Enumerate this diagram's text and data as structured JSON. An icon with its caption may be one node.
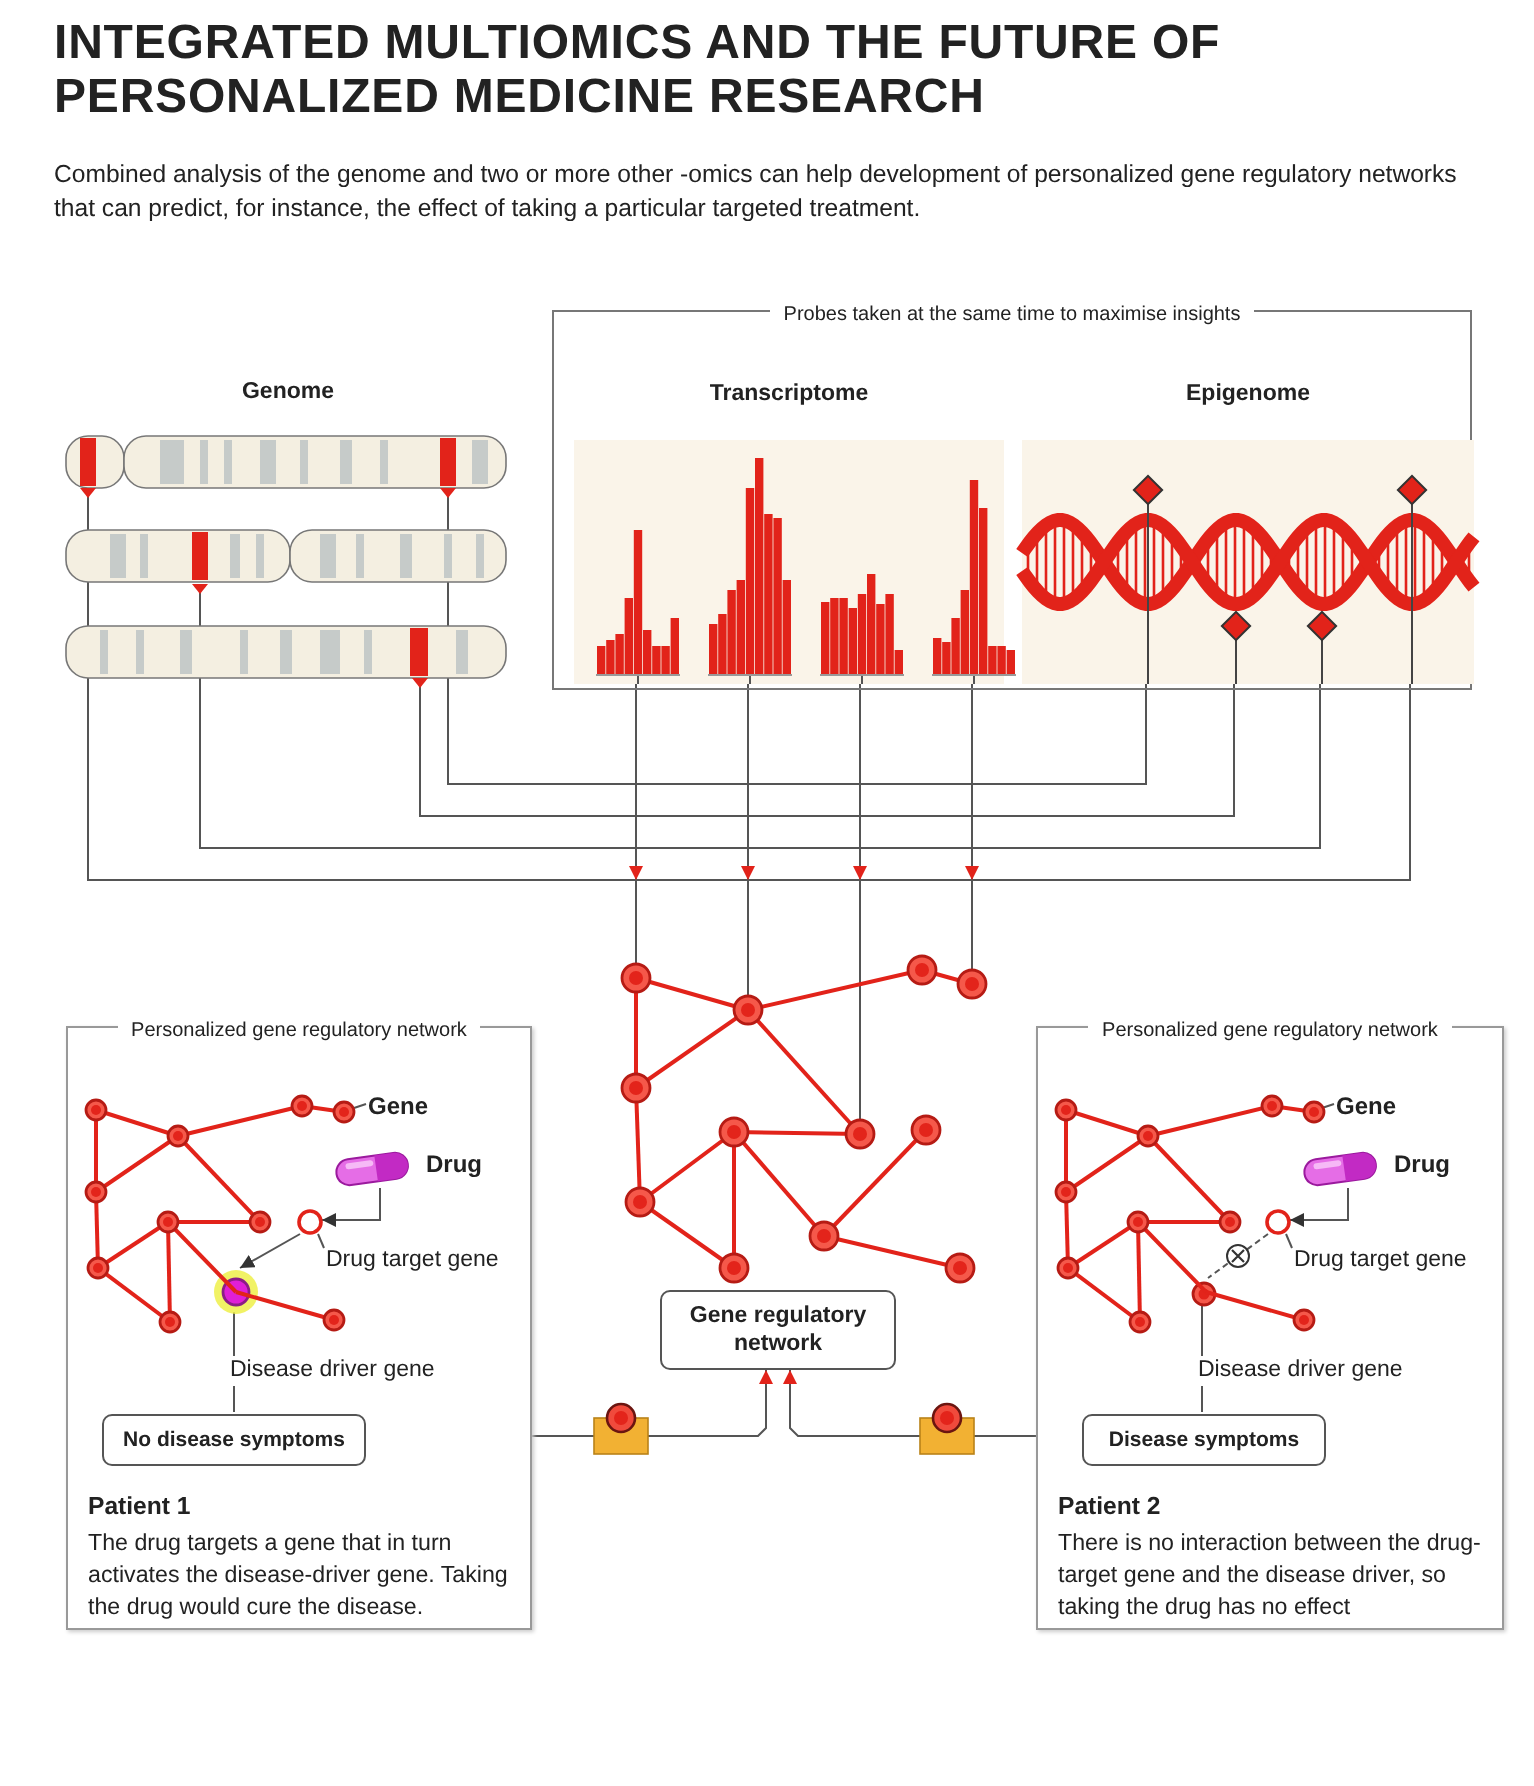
{
  "diagram": {
    "title": "INTEGRATED MULTIOMICS AND THE FUTURE OF PERSONALIZED MEDICINE RESEARCH",
    "caption": "Combined analysis of the genome and two or more other -omics can help development of personalized gene regulatory networks that can predict, for instance, the effect of taking a particular targeted treatment.",
    "nodes": [
      {
        "text": [
          "Probes taken at the same time to maximise insights"
        ]
      },
      {
        "text": [
          "Genome"
        ]
      },
      {
        "text": [
          "Transcriptome"
        ],
        "in": 0
      },
      {
        "text": [
          "Epigenome"
        ],
        "in": 0
      },
      {
        "text": [],
        "shape": "picture"
      },
      {
        "text": [
          "Gene regulatory network"
        ]
      },
      {
        "text": [
          "Personalized gene regulatory network",
          "Patient 1",
          "The drug targets a gene that in turn activates the disease-driver gene. Taking the drug would cure the disease."
        ]
      },
      {
        "text": [
          "Gene"
        ],
        "in": 6
      },
      {
        "text": [
          "Drug"
        ],
        "in": 6
      },
      {
        "text": [],
        "shape": "circle",
        "in": 6
      },
      {
        "text": [
          "Drug target gene"
        ],
        "in": 6
      },
      {
        "text": [],
        "shape": "circle",
        "in": 6
      },
      {
        "text": [
          "No disease symptoms"
        ],
        "in": 6
      },
      {
        "text": [
          "Personalized gene regulatory network",
          "Patient 2",
          "There is no interaction between the drug-target gene and the disease driver, so taking the drug has no effect"
        ]
      },
      {
        "text": [
          "Gene"
        ],
        "in": 13
      },
      {
        "text": [
          "Drug"
        ],
        "in": 13
      },
      {
        "text": [],
        "shape": "circle",
        "in": 13
      },
      {
        "text": [
          "Drug target gene"
        ],
        "in": 13
      },
      {
        "text": [],
        "shape": "circle",
        "in": 13
      },
      {
        "text": [
          "Disease symptoms"
        ],
        "in": 13
      }
    ],
    "edges": [
      {
        "from": 1,
        "to": 3,
        "arrow": "none"
      },
      {
        "from": 1,
        "to": 3,
        "arrow": "none"
      },
      {
        "from": 1,
        "to": 3,
        "arrow": "none"
      },
      {
        "from": 1,
        "to": 3,
        "arrow": "none"
      },
      {
        "from": 2,
        "to": 4,
        "arrow": "to"
      },
      {
        "from": 2,
        "to": 4,
        "arrow": "to"
      },
      {
        "from": 2,
        "to": 4,
        "arrow": "to"
      },
      {
        "from": 2,
        "to": 4,
        "arrow": "to"
      },
      {
        "from": 6,
        "to": 5,
        "arrow": "to"
      },
      {
        "from": 13,
        "to": 5,
        "arrow": "to"
      },
      {
        "from": 8,
        "to": 9,
        "arrow": "to"
      },
      {
        "from": 9,
        "to": 11,
        "arrow": "to"
      },
      {
        "from": 11,
        "to": 12,
        "arrow": "none",
        "label": "Disease driver gene"
      },
      {
        "from": 10,
        "to": 9,
        "arrow": "none"
      },
      {
        "from": 7,
        "to": null,
        "arrow": "none"
      },
      {
        "from": 15,
        "to": 16,
        "arrow": "to"
      },
      {
        "from": 16,
        "to": 18,
        "arrow": "none",
        "style": "dashed"
      },
      {
        "from": 18,
        "to": 19,
        "arrow": "none",
        "label": "Disease driver gene"
      },
      {
        "from": 17,
        "to": 16,
        "arrow": "none"
      },
      {
        "from": 14,
        "to": null,
        "arrow": "none"
      }
    ]
  }
}
